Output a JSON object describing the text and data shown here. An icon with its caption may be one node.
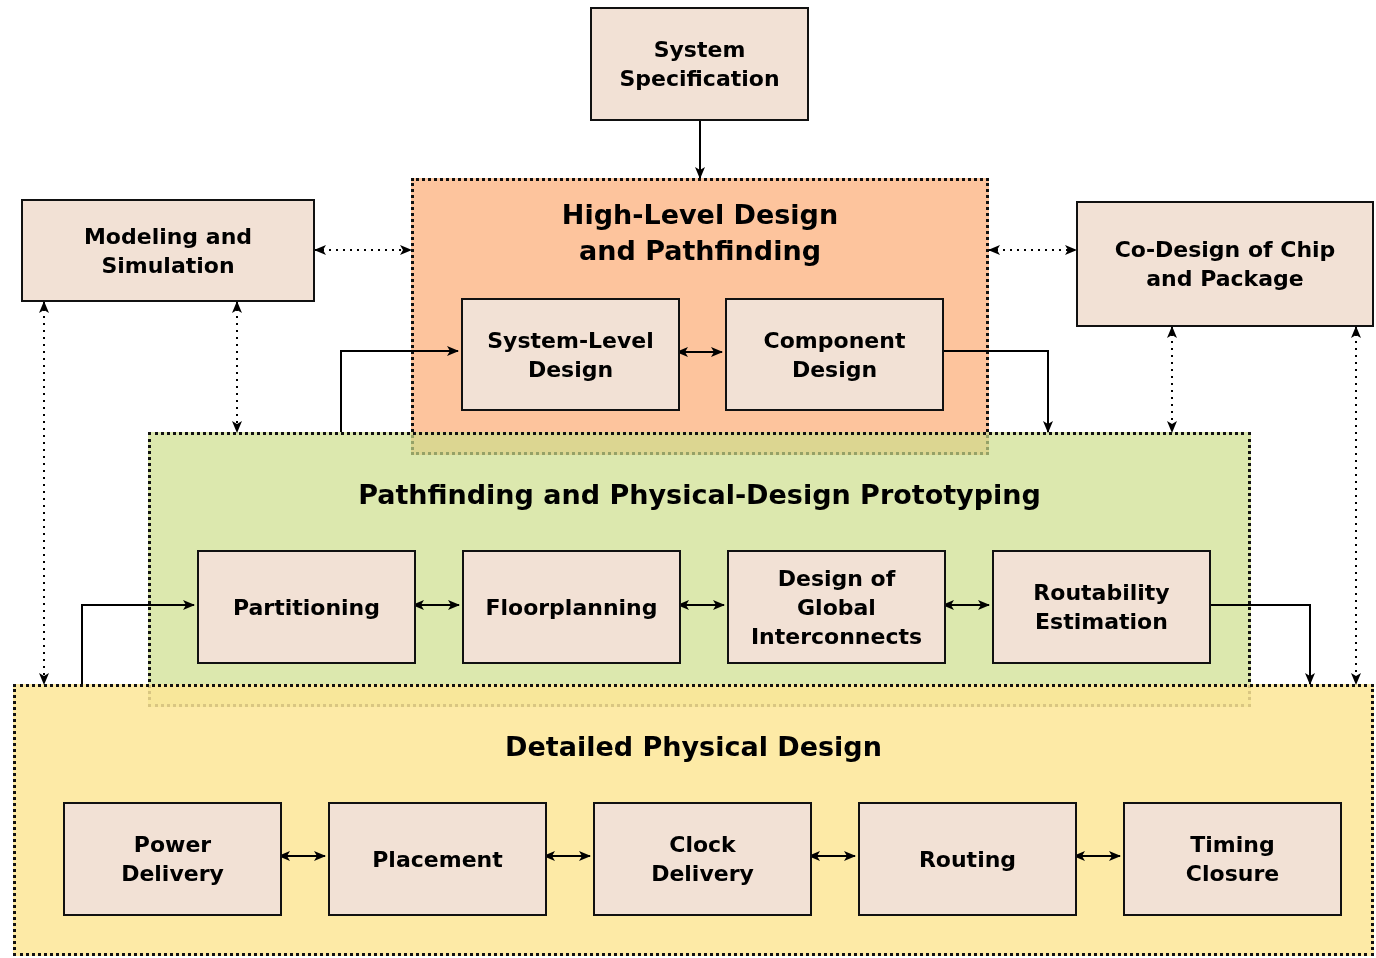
{
  "diagram": {
    "nodes": [
      {
        "text": [
          "System Specification"
        ]
      },
      {
        "text": [
          "Modeling and Simulation"
        ]
      },
      {
        "text": [
          "High-Level Design and Pathfinding"
        ]
      },
      {
        "text": [
          "System-Level Design"
        ],
        "in": 2
      },
      {
        "text": [
          "Component Design"
        ],
        "in": 2
      },
      {
        "text": [
          "Co-Design of Chip and Package"
        ]
      },
      {
        "text": [
          "Pathfinding and Physical-Design Prototyping"
        ]
      },
      {
        "text": [
          "Partitioning"
        ],
        "in": 6
      },
      {
        "text": [
          "Floorplanning"
        ],
        "in": 6
      },
      {
        "text": [
          "Design of Global Interconnects"
        ],
        "in": 6
      },
      {
        "text": [
          "Routability Estimation"
        ],
        "in": 6
      },
      {
        "text": [
          "Detailed Physical Design"
        ]
      },
      {
        "text": [
          "Power Delivery"
        ],
        "in": 11
      },
      {
        "text": [
          "Placement"
        ],
        "in": 11
      },
      {
        "text": [
          "Clock Delivery"
        ],
        "in": 11
      },
      {
        "text": [
          "Routing"
        ],
        "in": 11
      },
      {
        "text": [
          "Timing Closure"
        ],
        "in": 11
      }
    ],
    "edges": [
      {
        "from": 0,
        "to": 2,
        "arrow": "to"
      },
      {
        "from": 1,
        "to": 2,
        "arrow": "both",
        "style": "dashed"
      },
      {
        "from": 2,
        "to": 5,
        "arrow": "both",
        "style": "dashed"
      },
      {
        "from": 3,
        "to": 4,
        "arrow": "both"
      },
      {
        "from": 6,
        "to": 3,
        "arrow": "to"
      },
      {
        "from": 4,
        "to": 6,
        "arrow": "to"
      },
      {
        "from": 1,
        "to": 6,
        "arrow": "both",
        "style": "dashed"
      },
      {
        "from": 1,
        "to": 11,
        "arrow": "both",
        "style": "dashed"
      },
      {
        "from": 5,
        "to": 6,
        "arrow": "both",
        "style": "dashed"
      },
      {
        "from": 5,
        "to": 11,
        "arrow": "both",
        "style": "dashed"
      },
      {
        "from": 11,
        "to": 7,
        "arrow": "to"
      },
      {
        "from": 10,
        "to": 11,
        "arrow": "to"
      },
      {
        "from": 7,
        "to": 8,
        "arrow": "both"
      },
      {
        "from": 8,
        "to": 9,
        "arrow": "both"
      },
      {
        "from": 9,
        "to": 10,
        "arrow": "both"
      },
      {
        "from": 12,
        "to": 13,
        "arrow": "both"
      },
      {
        "from": 13,
        "to": 14,
        "arrow": "both"
      },
      {
        "from": 14,
        "to": 15,
        "arrow": "both"
      },
      {
        "from": 15,
        "to": 16,
        "arrow": "both"
      }
    ]
  }
}
